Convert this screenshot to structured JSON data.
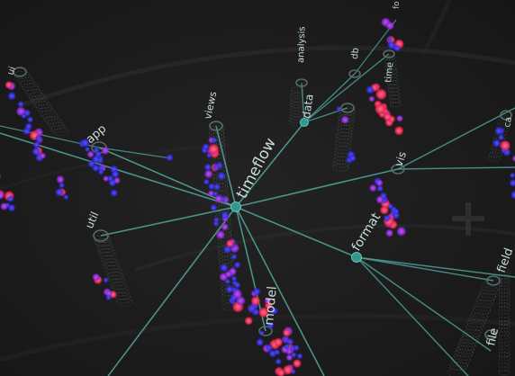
{
  "colors": {
    "edge": "#4f9f96",
    "ring": "#5c6e6a",
    "mesh": "#6f8683",
    "node_blue": "#3a2cf0",
    "node_purple": "#9a2de0",
    "node_pink": "#ff2a63",
    "hub": "#2f9a8c",
    "label": "#c9ded9"
  },
  "graph": {
    "root": {
      "label": "timeflow"
    },
    "nodes": [
      {
        "label": "app"
      },
      {
        "label": "views"
      },
      {
        "label": "data"
      },
      {
        "label": "analysis"
      },
      {
        "label": "db"
      },
      {
        "label": "time"
      },
      {
        "label": "vis"
      },
      {
        "label": "format"
      },
      {
        "label": "util"
      },
      {
        "label": "model"
      },
      {
        "label": "field"
      },
      {
        "label": "file"
      },
      {
        "label": "ui"
      }
    ]
  }
}
